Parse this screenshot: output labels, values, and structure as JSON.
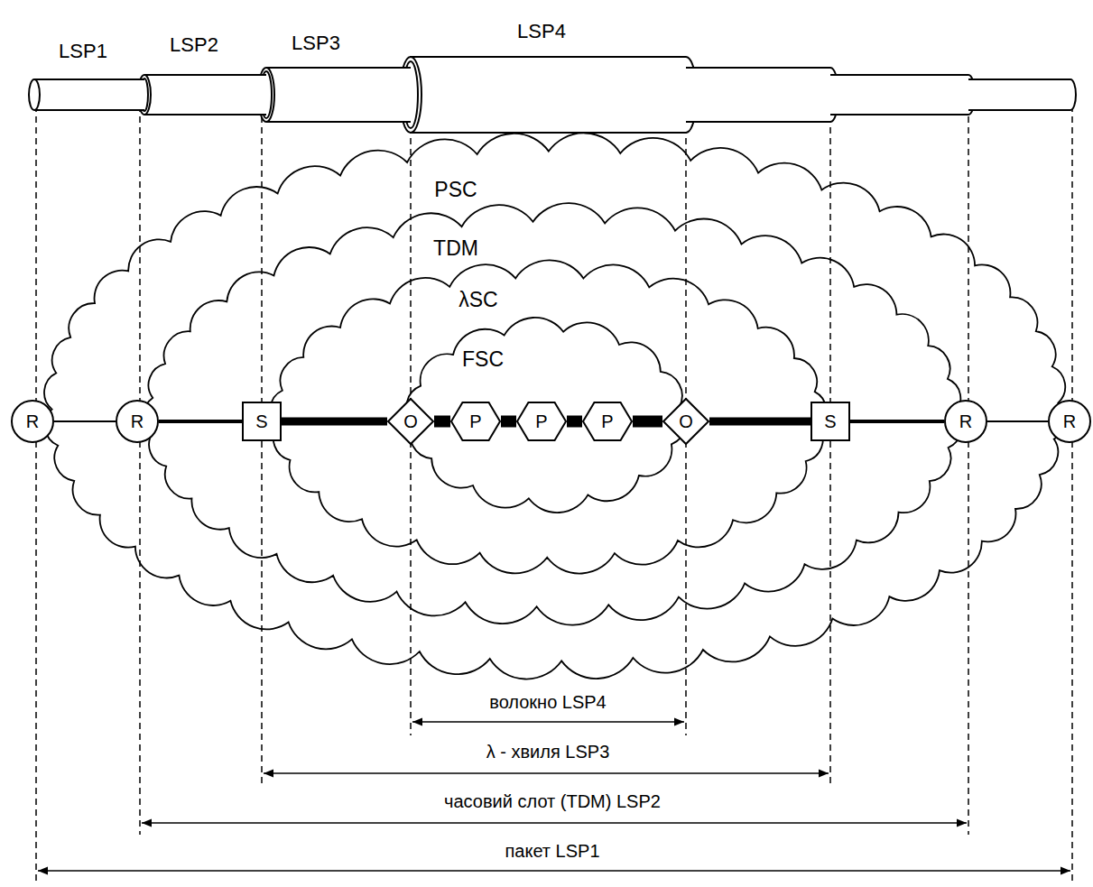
{
  "diagram": {
    "nodes": [
      {
        "text": [
          "PSC"
        ]
      },
      {
        "text": [
          "TDM"
        ],
        "in": 0
      },
      {
        "text": [
          "λSC"
        ],
        "in": 1
      },
      {
        "text": [
          "FSC"
        ],
        "in": 2
      },
      {
        "text": [
          "R"
        ]
      },
      {
        "text": [
          "R"
        ],
        "in": 0
      },
      {
        "text": [
          "S"
        ],
        "in": 1
      },
      {
        "text": [
          "O"
        ],
        "in": 2
      },
      {
        "text": [
          "P"
        ],
        "in": 3
      },
      {
        "text": [
          "P"
        ],
        "in": 3
      },
      {
        "text": [
          "P"
        ],
        "in": 3
      },
      {
        "text": [
          "O"
        ],
        "in": 2
      },
      {
        "text": [
          "S"
        ],
        "in": 1
      },
      {
        "text": [
          "R"
        ],
        "in": 0
      },
      {
        "text": [
          "R"
        ]
      }
    ],
    "edges": [
      {
        "from": 4,
        "to": 5,
        "arrow": "none"
      },
      {
        "from": 5,
        "to": 6,
        "arrow": "none"
      },
      {
        "from": 6,
        "to": 7,
        "arrow": "none"
      },
      {
        "from": 7,
        "to": 8,
        "arrow": "none"
      },
      {
        "from": 8,
        "to": 9,
        "arrow": "none"
      },
      {
        "from": 9,
        "to": 10,
        "arrow": "none"
      },
      {
        "from": 10,
        "to": 11,
        "arrow": "none"
      },
      {
        "from": 11,
        "to": 12,
        "arrow": "none"
      },
      {
        "from": 12,
        "to": 13,
        "arrow": "none"
      },
      {
        "from": 13,
        "to": 14,
        "arrow": "none"
      }
    ],
    "labels": [
      "LSP1",
      "LSP2",
      "LSP3",
      "LSP4",
      "волокно LSP4",
      "λ - хвиля LSP3",
      "часовий слот (TDM) LSP2",
      "пакет LSP1"
    ]
  }
}
